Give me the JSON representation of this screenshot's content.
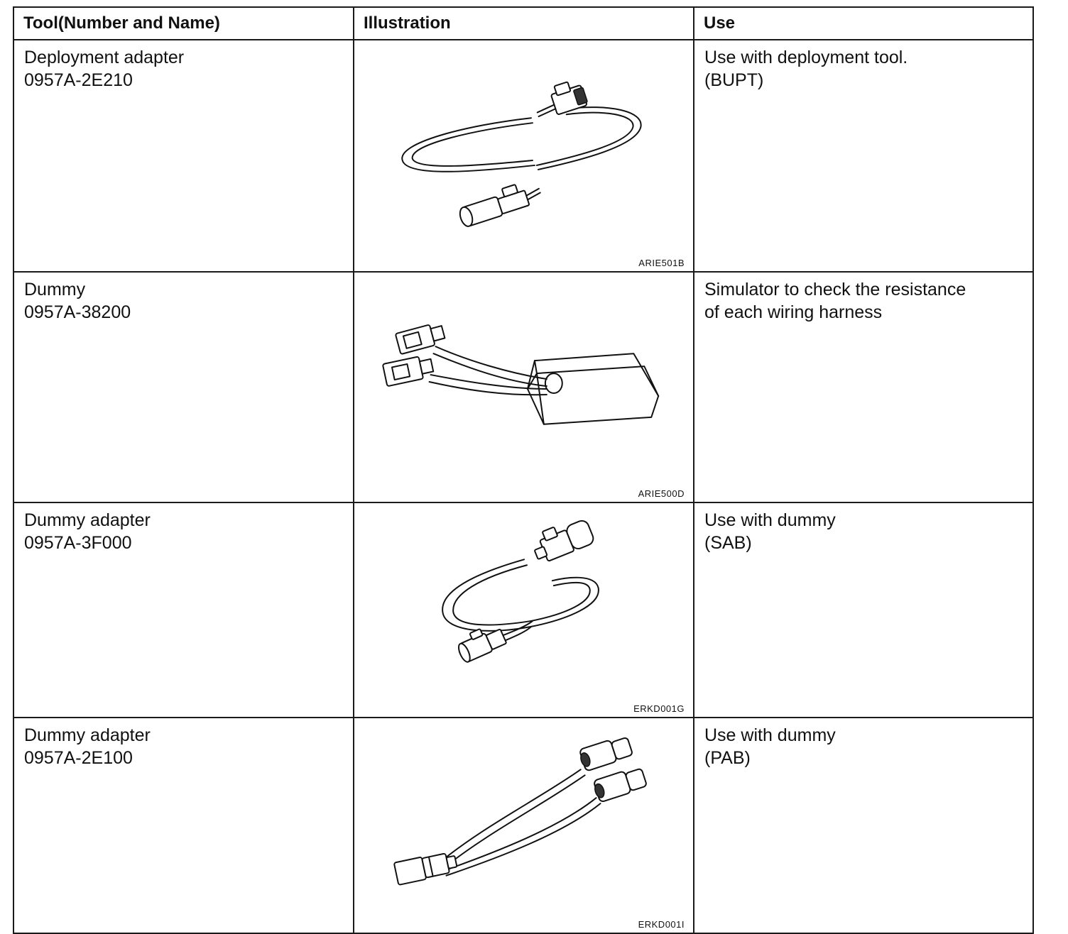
{
  "headers": {
    "tool": "Tool(Number and Name)",
    "illustration": "Illustration",
    "use": "Use"
  },
  "rows": [
    {
      "name": "Deployment adapter",
      "number": "0957A-2E210",
      "use_lines": [
        "Use with deployment tool.",
        "(BUPT)"
      ],
      "figure_code": "ARIE501B",
      "illustration_icon": "deployment-adapter-cable-icon"
    },
    {
      "name": "Dummy",
      "number": "0957A-38200",
      "use_lines": [
        "Simulator to check the resistance",
        "of each wiring harness"
      ],
      "figure_code": "ARIE500D",
      "illustration_icon": "dummy-simulator-box-icon"
    },
    {
      "name": "Dummy adapter",
      "number": "0957A-3F000",
      "use_lines": [
        "Use with dummy",
        "(SAB)"
      ],
      "figure_code": "ERKD001G",
      "illustration_icon": "dummy-adapter-loop-cable-icon"
    },
    {
      "name": "Dummy adapter",
      "number": "0957A-2E100",
      "use_lines": [
        "Use with dummy",
        "(PAB)"
      ],
      "figure_code": "ERKD001I",
      "illustration_icon": "dummy-adapter-y-cable-icon"
    }
  ]
}
